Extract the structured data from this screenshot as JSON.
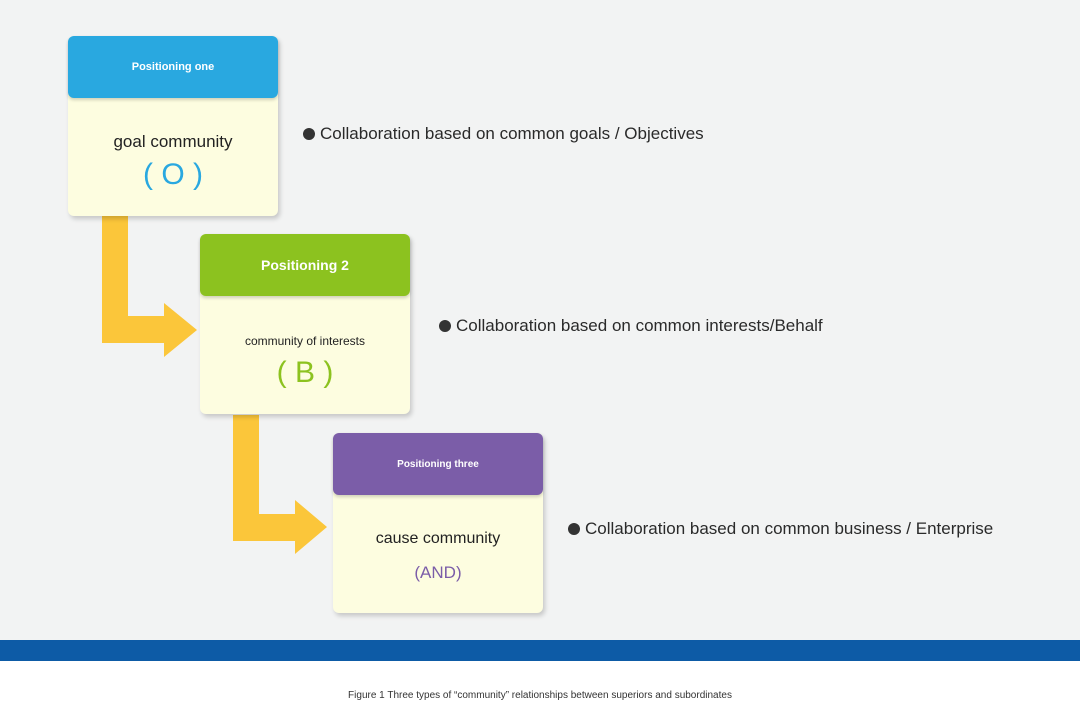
{
  "colors": {
    "blue_header": "#29a8e0",
    "green_header": "#8cc21f",
    "purple_header": "#7b5da8",
    "card_body": "#fdfde0",
    "arrow": "#fbc63a",
    "band": "#0d5ba6"
  },
  "cards": [
    {
      "header": "Positioning one",
      "title": "goal community",
      "code": "( O )",
      "bullet": "Collaboration based on common goals / Objectives"
    },
    {
      "header": "Positioning 2",
      "title": "community of interests",
      "code": "( B )",
      "bullet": "Collaboration based on common interests/Behalf"
    },
    {
      "header": "Positioning three",
      "title": "cause community",
      "code": "(AND)",
      "bullet": "Collaboration based on common business / Enterprise"
    }
  ],
  "caption": "Figure 1 Three types of “community” relationships between superiors and subordinates"
}
